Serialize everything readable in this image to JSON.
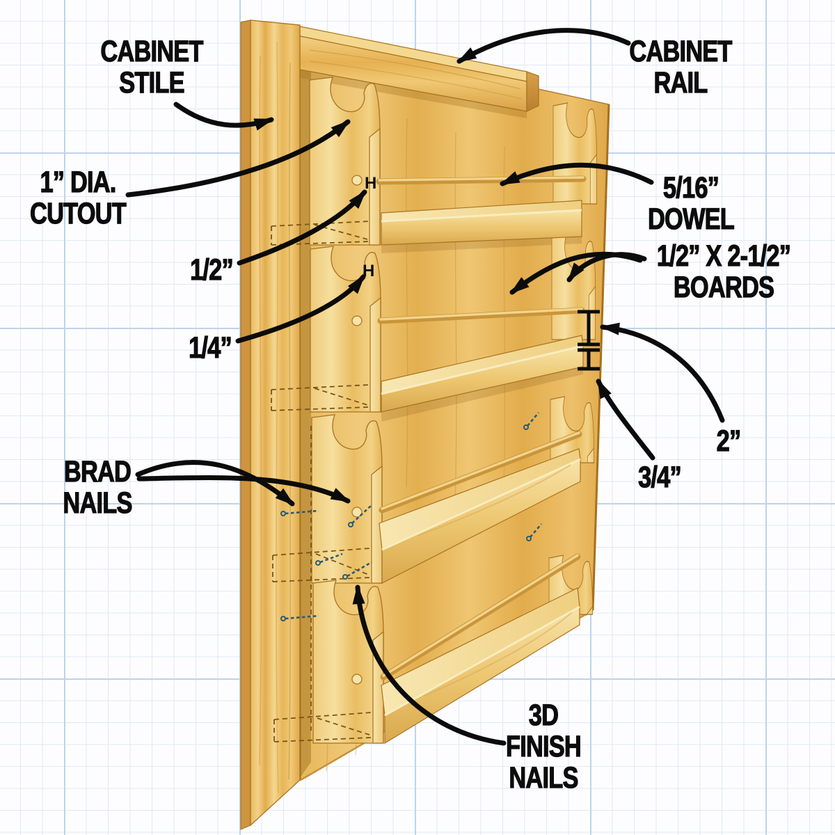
{
  "diagram": {
    "labels": {
      "cabinet_stile": {
        "lines": [
          "CABINET",
          "STILE"
        ]
      },
      "cabinet_rail": {
        "lines": [
          "CABINET",
          "RAIL"
        ]
      },
      "cutout_1in": {
        "lines": [
          "1” DIA.",
          "CUTOUT"
        ]
      },
      "half_inch": {
        "lines": [
          "1/2”"
        ]
      },
      "quarter_inch": {
        "lines": [
          "1/4”"
        ]
      },
      "dowel_5_16": {
        "lines": [
          "5/16”",
          "DOWEL"
        ]
      },
      "boards": {
        "lines": [
          "1/2” X 2-1/2”",
          "BOARDS"
        ]
      },
      "two_inch": {
        "lines": [
          "2”"
        ]
      },
      "three_quarter_inch": {
        "lines": [
          "3/4”"
        ]
      },
      "brad_nails": {
        "lines": [
          "BRAD",
          "NAILS"
        ]
      },
      "finish_nails": {
        "lines": [
          "3D",
          "FINISH",
          "NAILS"
        ]
      }
    },
    "h_marks": [
      "H",
      "H"
    ],
    "illustration": {
      "shelf_tiers": 4,
      "dowels": 4,
      "keyhole_cutouts": 8
    },
    "colors": {
      "paper": "#FDFDFF",
      "grid_minor": "#DFE9F6",
      "grid_major": "#BED3EC",
      "wood_light": "#F6DF9F",
      "wood_mid": "#EDC36E",
      "wood_dark": "#D9A446",
      "wood_outline": "#A87321",
      "label_text": "#0C0C0C",
      "arrow": "#0B0B0B",
      "nail": "#2B5B72",
      "hidden_line": "#7A5518"
    }
  }
}
